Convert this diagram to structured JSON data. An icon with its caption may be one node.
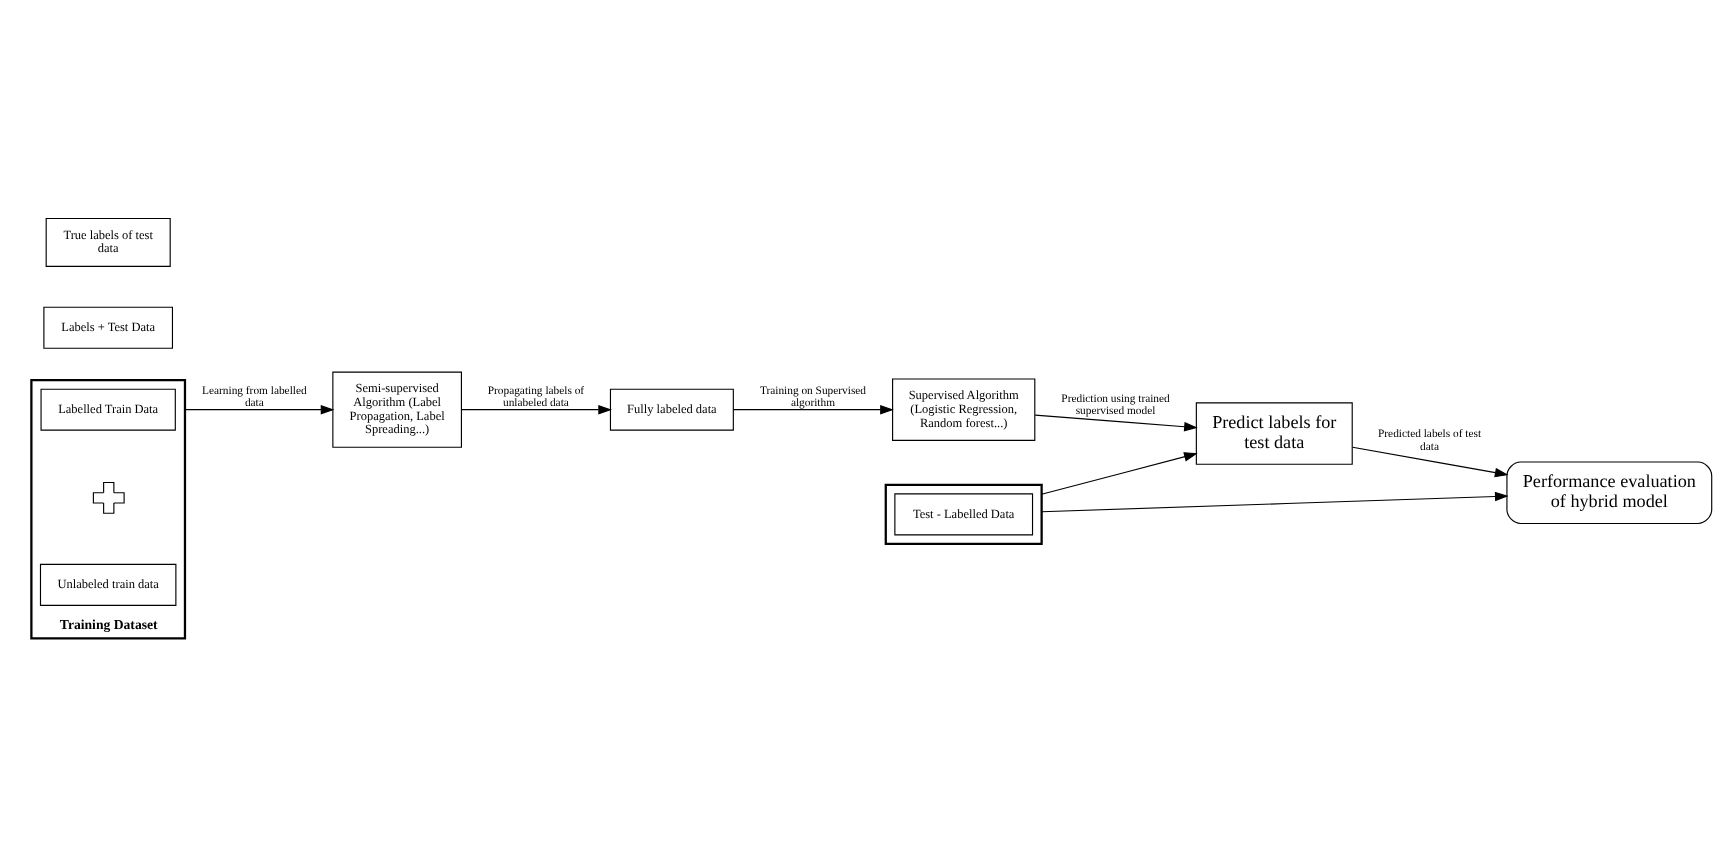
{
  "diagram": {
    "nodes": [
      {
        "text": [
          "Training Dataset"
        ]
      },
      {
        "text": [
          "Labelled Train Data"
        ],
        "in": 0
      },
      {
        "text": [],
        "shape": "plus",
        "in": 0
      },
      {
        "text": [
          "Unlabeled train data"
        ],
        "in": 0
      },
      {
        "text": [
          "Semi-supervised Algorithm (Label Propagation, Label Spreading...)"
        ]
      },
      {
        "text": [
          "Fully labeled data"
        ]
      },
      {
        "text": [
          "Supervised Algorithm (Logistic Regression, Random forest...)"
        ]
      },
      {
        "text": [],
        "shape": "box"
      },
      {
        "text": [
          "Test - Labelled Data"
        ],
        "in": 7
      },
      {
        "text": [
          "Labels + Test Data"
        ]
      },
      {
        "text": [
          "True labels of test data"
        ]
      },
      {
        "text": [
          "Predict labels for test data"
        ]
      },
      {
        "text": [
          "Performance evaluation of hybrid model"
        ]
      }
    ],
    "edges": [
      {
        "from": 0,
        "to": 4,
        "arrow": "to",
        "label": "Learning from labelled data"
      },
      {
        "from": 4,
        "to": 5,
        "arrow": "to",
        "label": "Propagating labels of unlabeled data"
      },
      {
        "from": 5,
        "to": 6,
        "arrow": "to",
        "label": "Training on Supervised algorithm"
      },
      {
        "from": 6,
        "to": 11,
        "arrow": "to",
        "label": "Prediction using trained supervised model"
      },
      {
        "from": 7,
        "to": 11,
        "arrow": "to"
      },
      {
        "from": 11,
        "to": 12,
        "arrow": "to",
        "label": "Predicted labels of test data"
      },
      {
        "from": 7,
        "to": 12,
        "arrow": "to"
      }
    ]
  }
}
